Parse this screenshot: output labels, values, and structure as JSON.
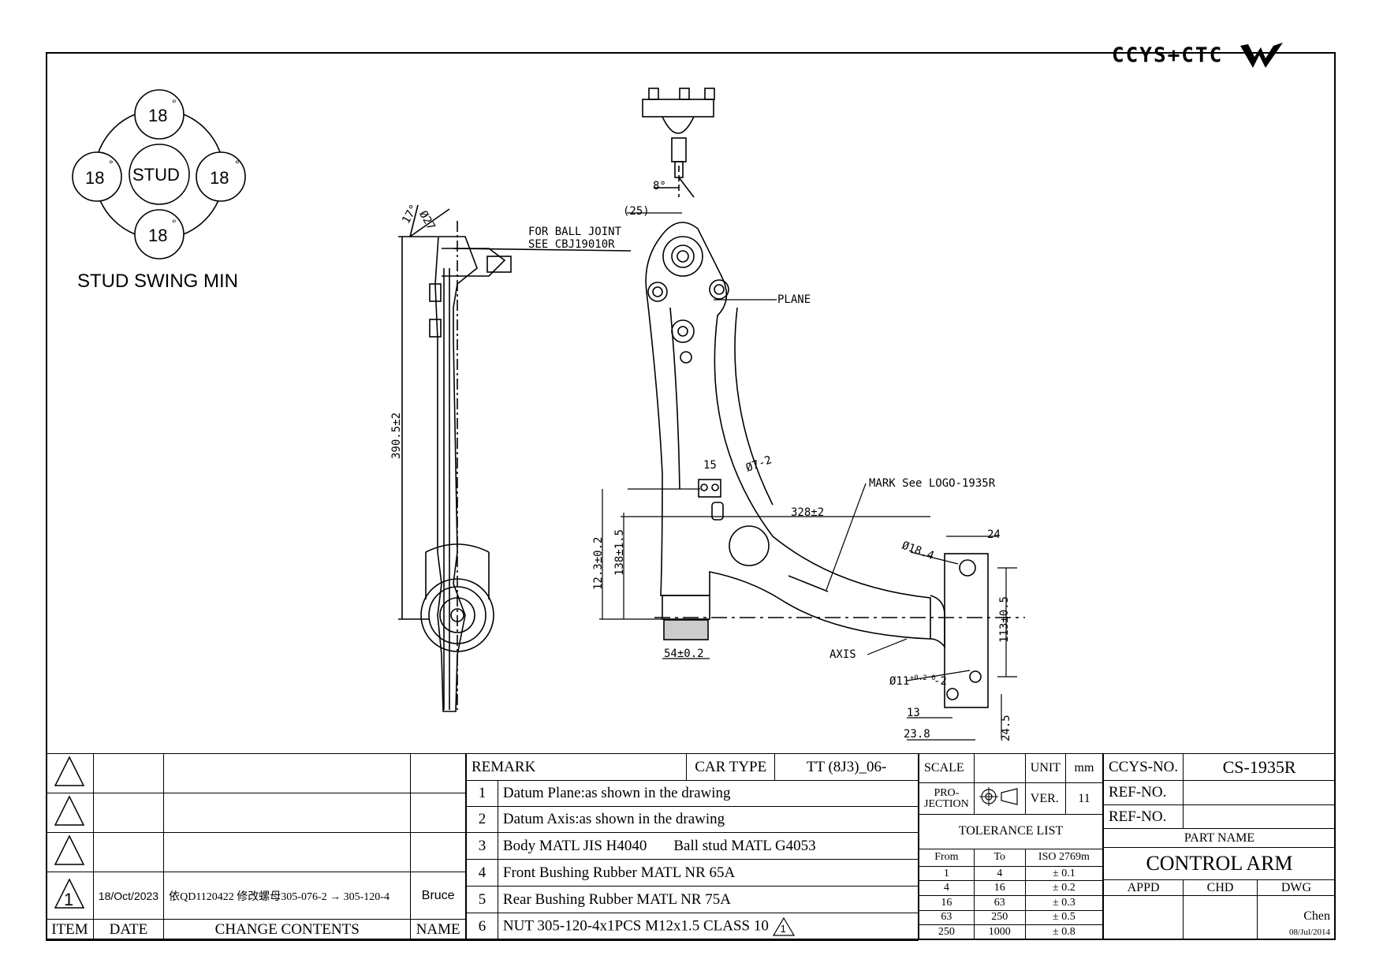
{
  "brand": "CCYS+CTC",
  "stud_swing": {
    "center_label": "STUD",
    "angles": [
      "18",
      "18",
      "18",
      "18"
    ],
    "degree_mark": "°",
    "caption": "STUD SWING MIN"
  },
  "annotations": {
    "ball_joint_note_1": "FOR BALL JOINT",
    "ball_joint_note_2": "SEE CBJ19010R",
    "plane": "PLANE",
    "mark": "MARK See LOGO-1935R",
    "axis": "AXIS",
    "angle_8": "8°",
    "angle_17": "17°",
    "dia_27": "Ø27",
    "dim_25": "(25)",
    "dim_390": "390.5±2",
    "dim_15": "15",
    "dia_7": "Ø7-2",
    "dim_328": "328±2",
    "dim_24": "24",
    "dia_18": "Ø18.4",
    "dim_12": "12.3±0.2",
    "dim_138": "138±1.5",
    "dim_113": "113±0.5",
    "dim_54": "54±0.2",
    "dia_11": "Ø11",
    "dia_11_tol": "+0.2 0",
    "dia_11_qty": "-2",
    "dim_13": "13",
    "dim_23": "23.8",
    "dim_245": "24.5"
  },
  "revision": {
    "rows": [
      {
        "item": "",
        "date": "",
        "content": "",
        "name": ""
      },
      {
        "item": "",
        "date": "",
        "content": "",
        "name": ""
      },
      {
        "item": "",
        "date": "",
        "content": "",
        "name": ""
      },
      {
        "item": "1",
        "date": "18/Oct/2023",
        "content": "依QD1120422 修改螺母305-076-2 → 305-120-4",
        "name": "Bruce"
      }
    ],
    "headers": {
      "item": "ITEM",
      "date": "DATE",
      "content": "CHANGE CONTENTS",
      "name": "NAME"
    }
  },
  "remarks": {
    "remark_label": "REMARK",
    "car_type_label": "CAR TYPE",
    "car_type": "TT (8J3)_06-",
    "items": [
      {
        "no": "1",
        "text": "Datum Plane:as shown in the drawing",
        "extra": ""
      },
      {
        "no": "2",
        "text": "Datum Axis:as shown in the drawing",
        "extra": ""
      },
      {
        "no": "3",
        "text": "Body MATL JIS H4040",
        "extra": "Ball stud MATL G4053"
      },
      {
        "no": "4",
        "text": "Front  Bushing Rubber MATL NR 65A",
        "extra": ""
      },
      {
        "no": "5",
        "text": "Rear Bushing Rubber MATL NR 75A",
        "extra": ""
      },
      {
        "no": "6",
        "text": "NUT 305-120-4x1PCS M12x1.5 CLASS 10",
        "extra": "1"
      }
    ]
  },
  "title_block": {
    "scale_label": "SCALE",
    "scale": "",
    "unit_label": "UNIT",
    "unit": "mm",
    "projection_label_1": "PRO-",
    "projection_label_2": "JECTION",
    "ver_label": "VER.",
    "ver": "11",
    "tolerance_title": "TOLERANCE LIST",
    "tol_headers": [
      "From",
      "To",
      "ISO 2769m"
    ],
    "tolerances": [
      [
        "1",
        "4",
        "± 0.1"
      ],
      [
        "4",
        "16",
        "± 0.2"
      ],
      [
        "16",
        "63",
        "± 0.3"
      ],
      [
        "63",
        "250",
        "± 0.5"
      ],
      [
        "250",
        "1000",
        "± 0.8"
      ]
    ],
    "ccys_no_label": "CCYS-NO.",
    "ccys_no": "CS-1935R",
    "ref_no_label": "REF-NO.",
    "ref_no_1": "",
    "ref_no_2": "",
    "part_name_label": "PART NAME",
    "part_name": "CONTROL ARM",
    "appd_label": "APPD",
    "chd_label": "CHD",
    "dwg_label": "DWG",
    "appd": "",
    "chd": "",
    "dwg": "Chen",
    "date": "08/Jul/2014"
  }
}
